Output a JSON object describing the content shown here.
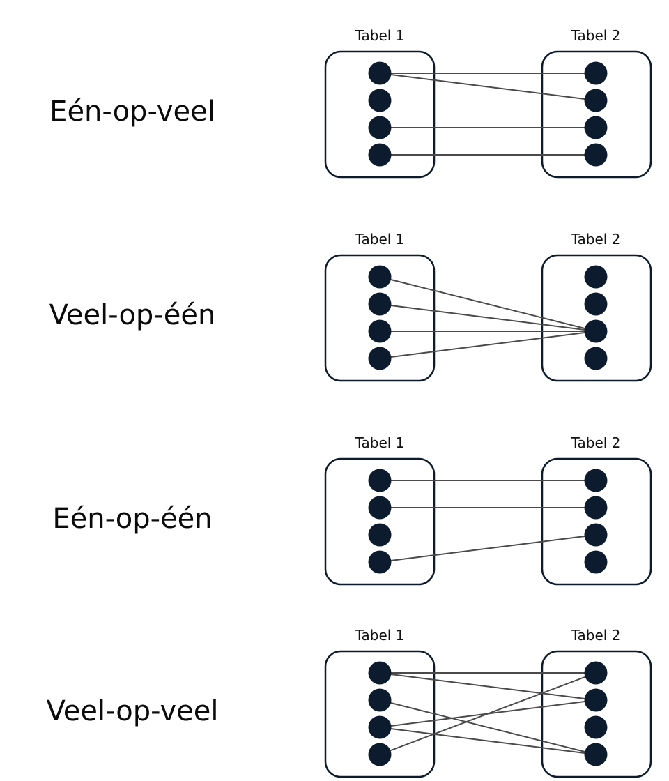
{
  "colors": {
    "node": "#0d1b2e",
    "box_stroke": "#0d1b2e",
    "line": "#4a4a4a",
    "text": "#0b0b0b"
  },
  "diagrams": [
    {
      "title": "Eén-op-veel",
      "left_label": "Tabel 1",
      "right_label": "Tabel 2",
      "links": [
        [
          0,
          0
        ],
        [
          0,
          1
        ],
        [
          2,
          2
        ],
        [
          3,
          3
        ]
      ]
    },
    {
      "title": "Veel-op-één",
      "left_label": "Tabel 1",
      "right_label": "Tabel 2",
      "links": [
        [
          0,
          2
        ],
        [
          1,
          2
        ],
        [
          2,
          2
        ],
        [
          3,
          2
        ]
      ]
    },
    {
      "title": "Eén-op-één",
      "left_label": "Tabel 1",
      "right_label": "Tabel 2",
      "links": [
        [
          0,
          0
        ],
        [
          1,
          1
        ],
        [
          3,
          2
        ]
      ]
    },
    {
      "title": "Veel-op-veel",
      "left_label": "Tabel 1",
      "right_label": "Tabel 2",
      "links": [
        [
          0,
          0
        ],
        [
          0,
          1
        ],
        [
          1,
          3
        ],
        [
          2,
          1
        ],
        [
          2,
          3
        ],
        [
          3,
          0
        ]
      ]
    }
  ]
}
